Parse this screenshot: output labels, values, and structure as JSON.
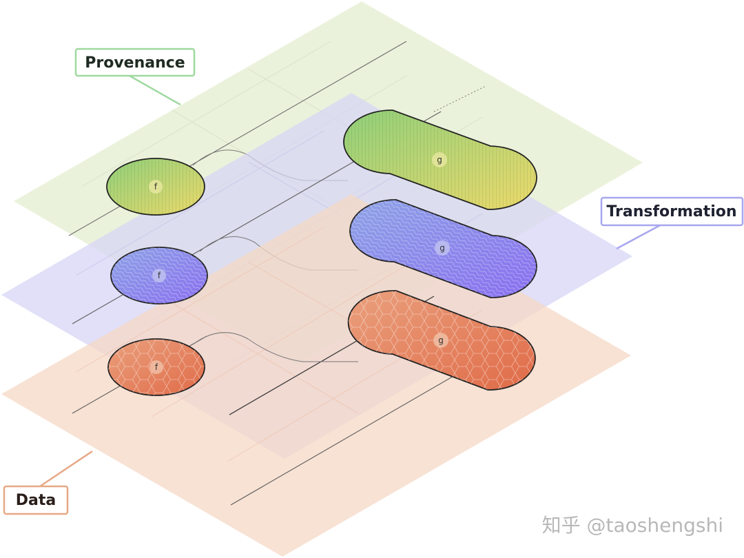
{
  "layers": {
    "provenance": {
      "label": "Provenance",
      "color": "#9fd9a0",
      "fill": "#e6efd2"
    },
    "transformation": {
      "label": "Transformation",
      "color": "#a7a6ef",
      "fill": "#d8d6f6"
    },
    "data": {
      "label": "Data",
      "color": "#e6a884",
      "fill": "#f7dccb"
    }
  },
  "nodes": {
    "provenance_f": "f",
    "provenance_g": "g",
    "transformation_f": "f",
    "transformation_g": "g",
    "data_f": "f",
    "data_g": "g"
  },
  "watermark": "知乎 @taoshengshi"
}
